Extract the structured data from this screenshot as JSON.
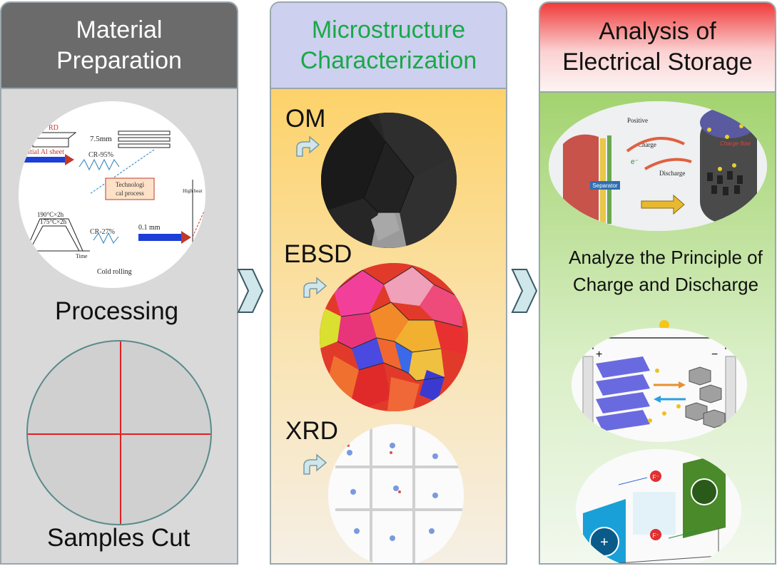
{
  "panels": {
    "material": {
      "title_line1": "Material",
      "title_line2": "Preparation",
      "processing_label": "Processing",
      "samples_label": "Samples Cut",
      "process_card": "Technological process",
      "thickness_start": "7.5mm",
      "cr1": "CR-95%",
      "cr2": "CR-27%",
      "final_thickness": "0.1 mm",
      "rd": "RD",
      "initial_sheet": "Initial Al sheet",
      "temp1": "190°C×2h",
      "temp2": "175°C×2h",
      "time": "Time",
      "cold_rolling": "Cold rolling",
      "hot_label": "High heat"
    },
    "micro": {
      "title_line1": "Microstructure",
      "title_line2": "Characterization",
      "om_label": "OM",
      "ebsd_label": "EBSD",
      "xrd_label": "XRD"
    },
    "storage": {
      "title_line1": "Analysis of",
      "title_line2": "Electrical Storage",
      "principle": "Analyze the Principle of Charge and Discharge",
      "positive": "Positive",
      "charge": "Charge",
      "discharge": "Discharge",
      "separator": "Separator",
      "charge_flow": "Charge flow",
      "electron": "e⁻",
      "plus": "+",
      "minus": "−",
      "ion": "F⁻"
    }
  },
  "colors": {
    "gray_header": "#6b6b6b",
    "lavender_header": "#cdd0ee",
    "green_title": "#1aa84a",
    "red_header": "#f03a3a",
    "green_body": "#a3d36f",
    "chevron": "#cfe6ea"
  },
  "icons": [
    "chevron-right-icon",
    "curved-arrow-icon",
    "light-bulb-icon"
  ]
}
